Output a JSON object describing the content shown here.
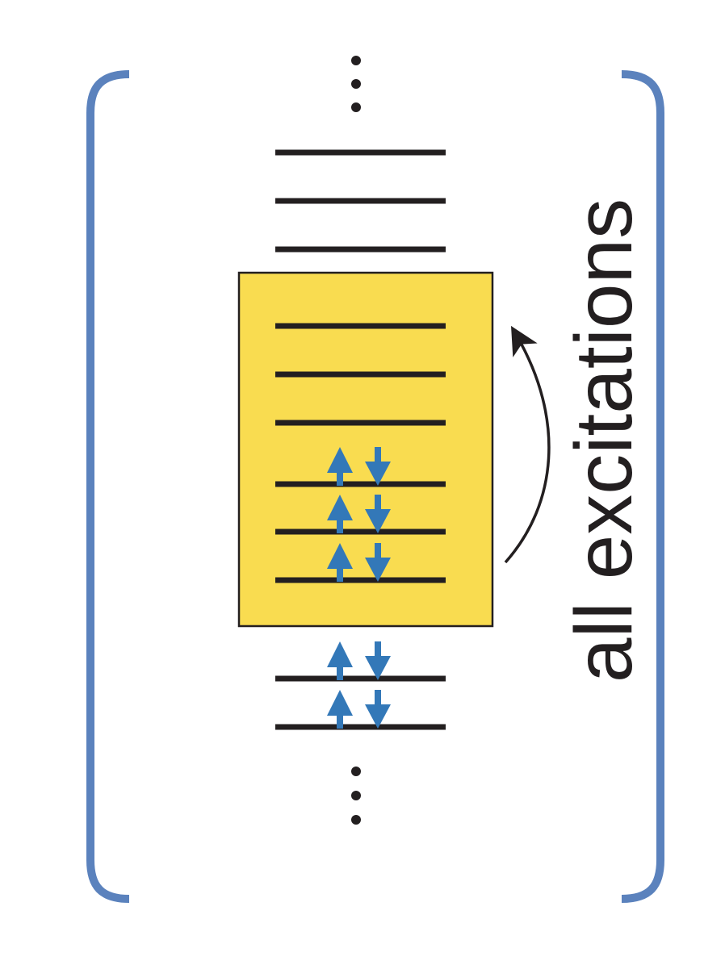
{
  "label": "all excitations",
  "colors": {
    "bracket": "#5b82bd",
    "active_space_fill": "#f9dc50",
    "level_line": "#231f20",
    "spin_arrow": "#3378b8",
    "excitation_arrow": "#231f20"
  },
  "levels": {
    "upper_inactive_virtual": 3,
    "active_virtual": 3,
    "active_occupied_doubly": 3,
    "lower_inactive_occupied_doubly": 2
  },
  "icons": {
    "continuation_top": "vertical-ellipsis-icon",
    "continuation_bottom": "vertical-ellipsis-icon",
    "spin_up": "spin-up-arrow-icon",
    "spin_down": "spin-down-arrow-icon",
    "excitation": "curved-arrow-icon"
  }
}
